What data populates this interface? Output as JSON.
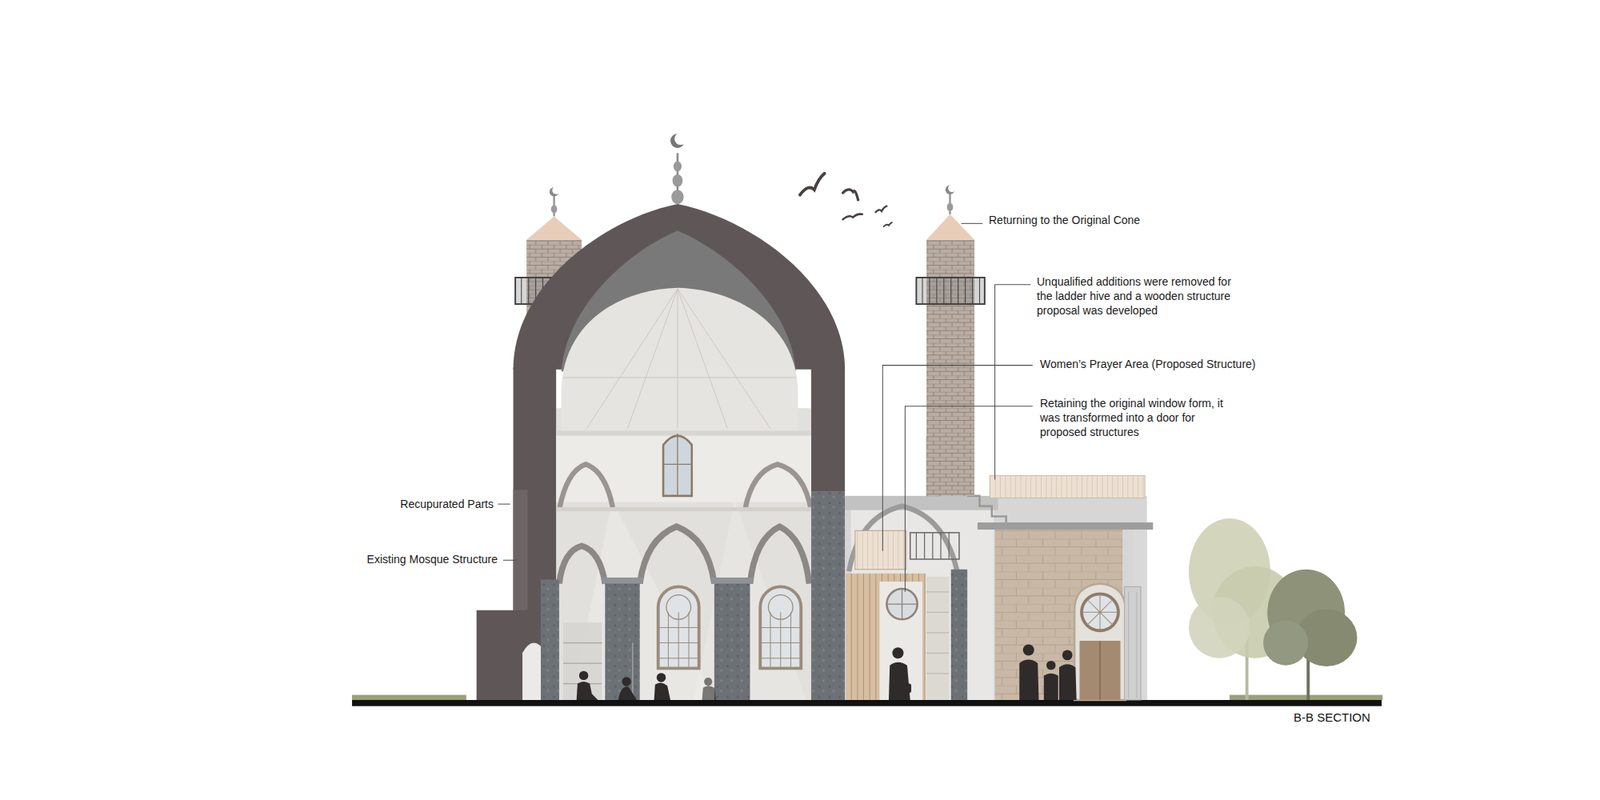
{
  "diagram": {
    "caption": "B-B SECTION",
    "labels": [
      "Returning to the Original Cone",
      "Unqualified additions were removed for the ladder hive and a wooden structure proposal was developed",
      "Women’s Prayer Area (Proposed Structure)",
      "Retaining the original window form, it was transformed into a door for proposed structures",
      "Recupurated Parts",
      "Existing Mosque Structure"
    ]
  }
}
